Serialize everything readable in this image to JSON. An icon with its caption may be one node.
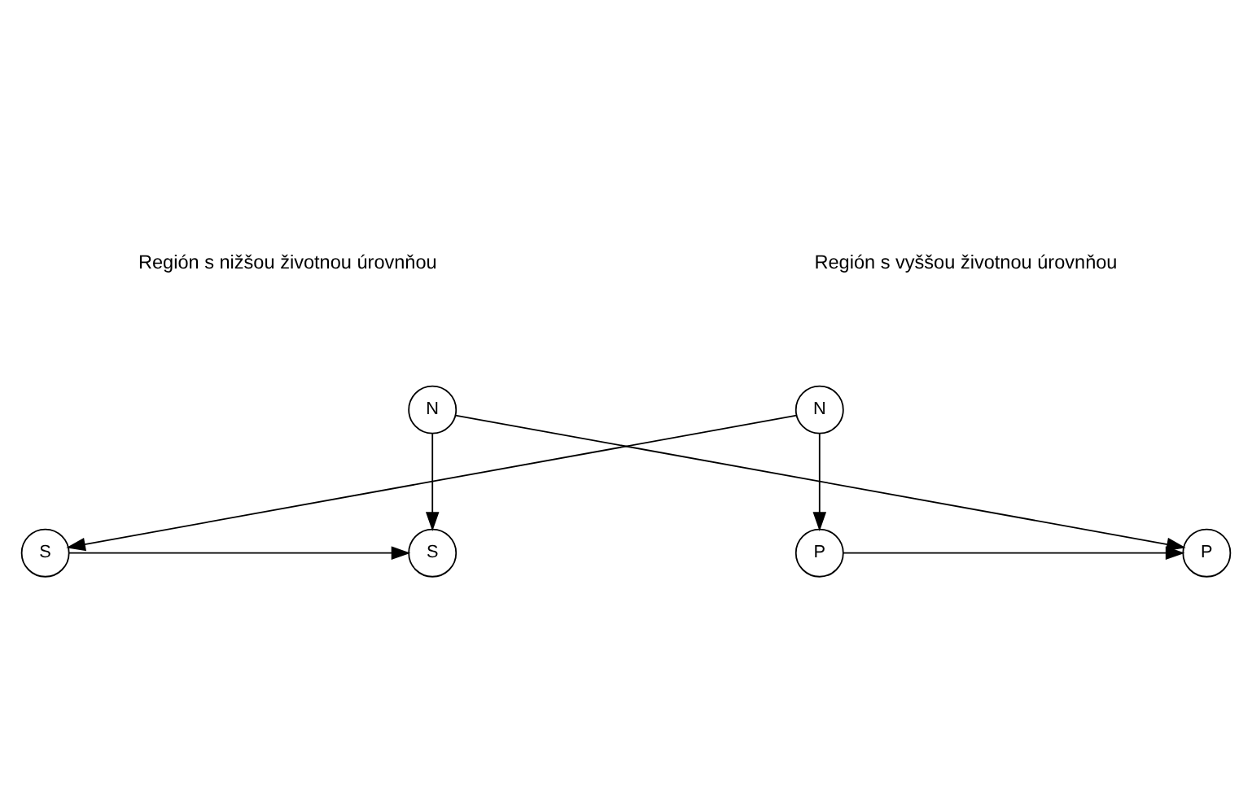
{
  "diagram": {
    "nodes": [
      {
        "text": [
          "N"
        ]
      },
      {
        "text": [
          "S"
        ]
      },
      {
        "text": [
          "P"
        ]
      },
      {
        "text": [
          "N"
        ]
      },
      {
        "text": [
          "S"
        ]
      },
      {
        "text": [
          "P"
        ]
      }
    ],
    "edges": [
      {
        "from": 0,
        "to": 4,
        "arrow": "to"
      },
      {
        "from": 0,
        "to": 5,
        "arrow": "to"
      },
      {
        "from": 3,
        "to": 1,
        "arrow": "to"
      },
      {
        "from": 3,
        "to": 2,
        "arrow": "to"
      },
      {
        "from": 1,
        "to": 4,
        "arrow": "to"
      },
      {
        "from": 2,
        "to": 5,
        "arrow": "to"
      }
    ],
    "labels": [
      "Región s nižšou životnou úrovnňou",
      "Región s vyššou životnou úrovnňou"
    ]
  }
}
